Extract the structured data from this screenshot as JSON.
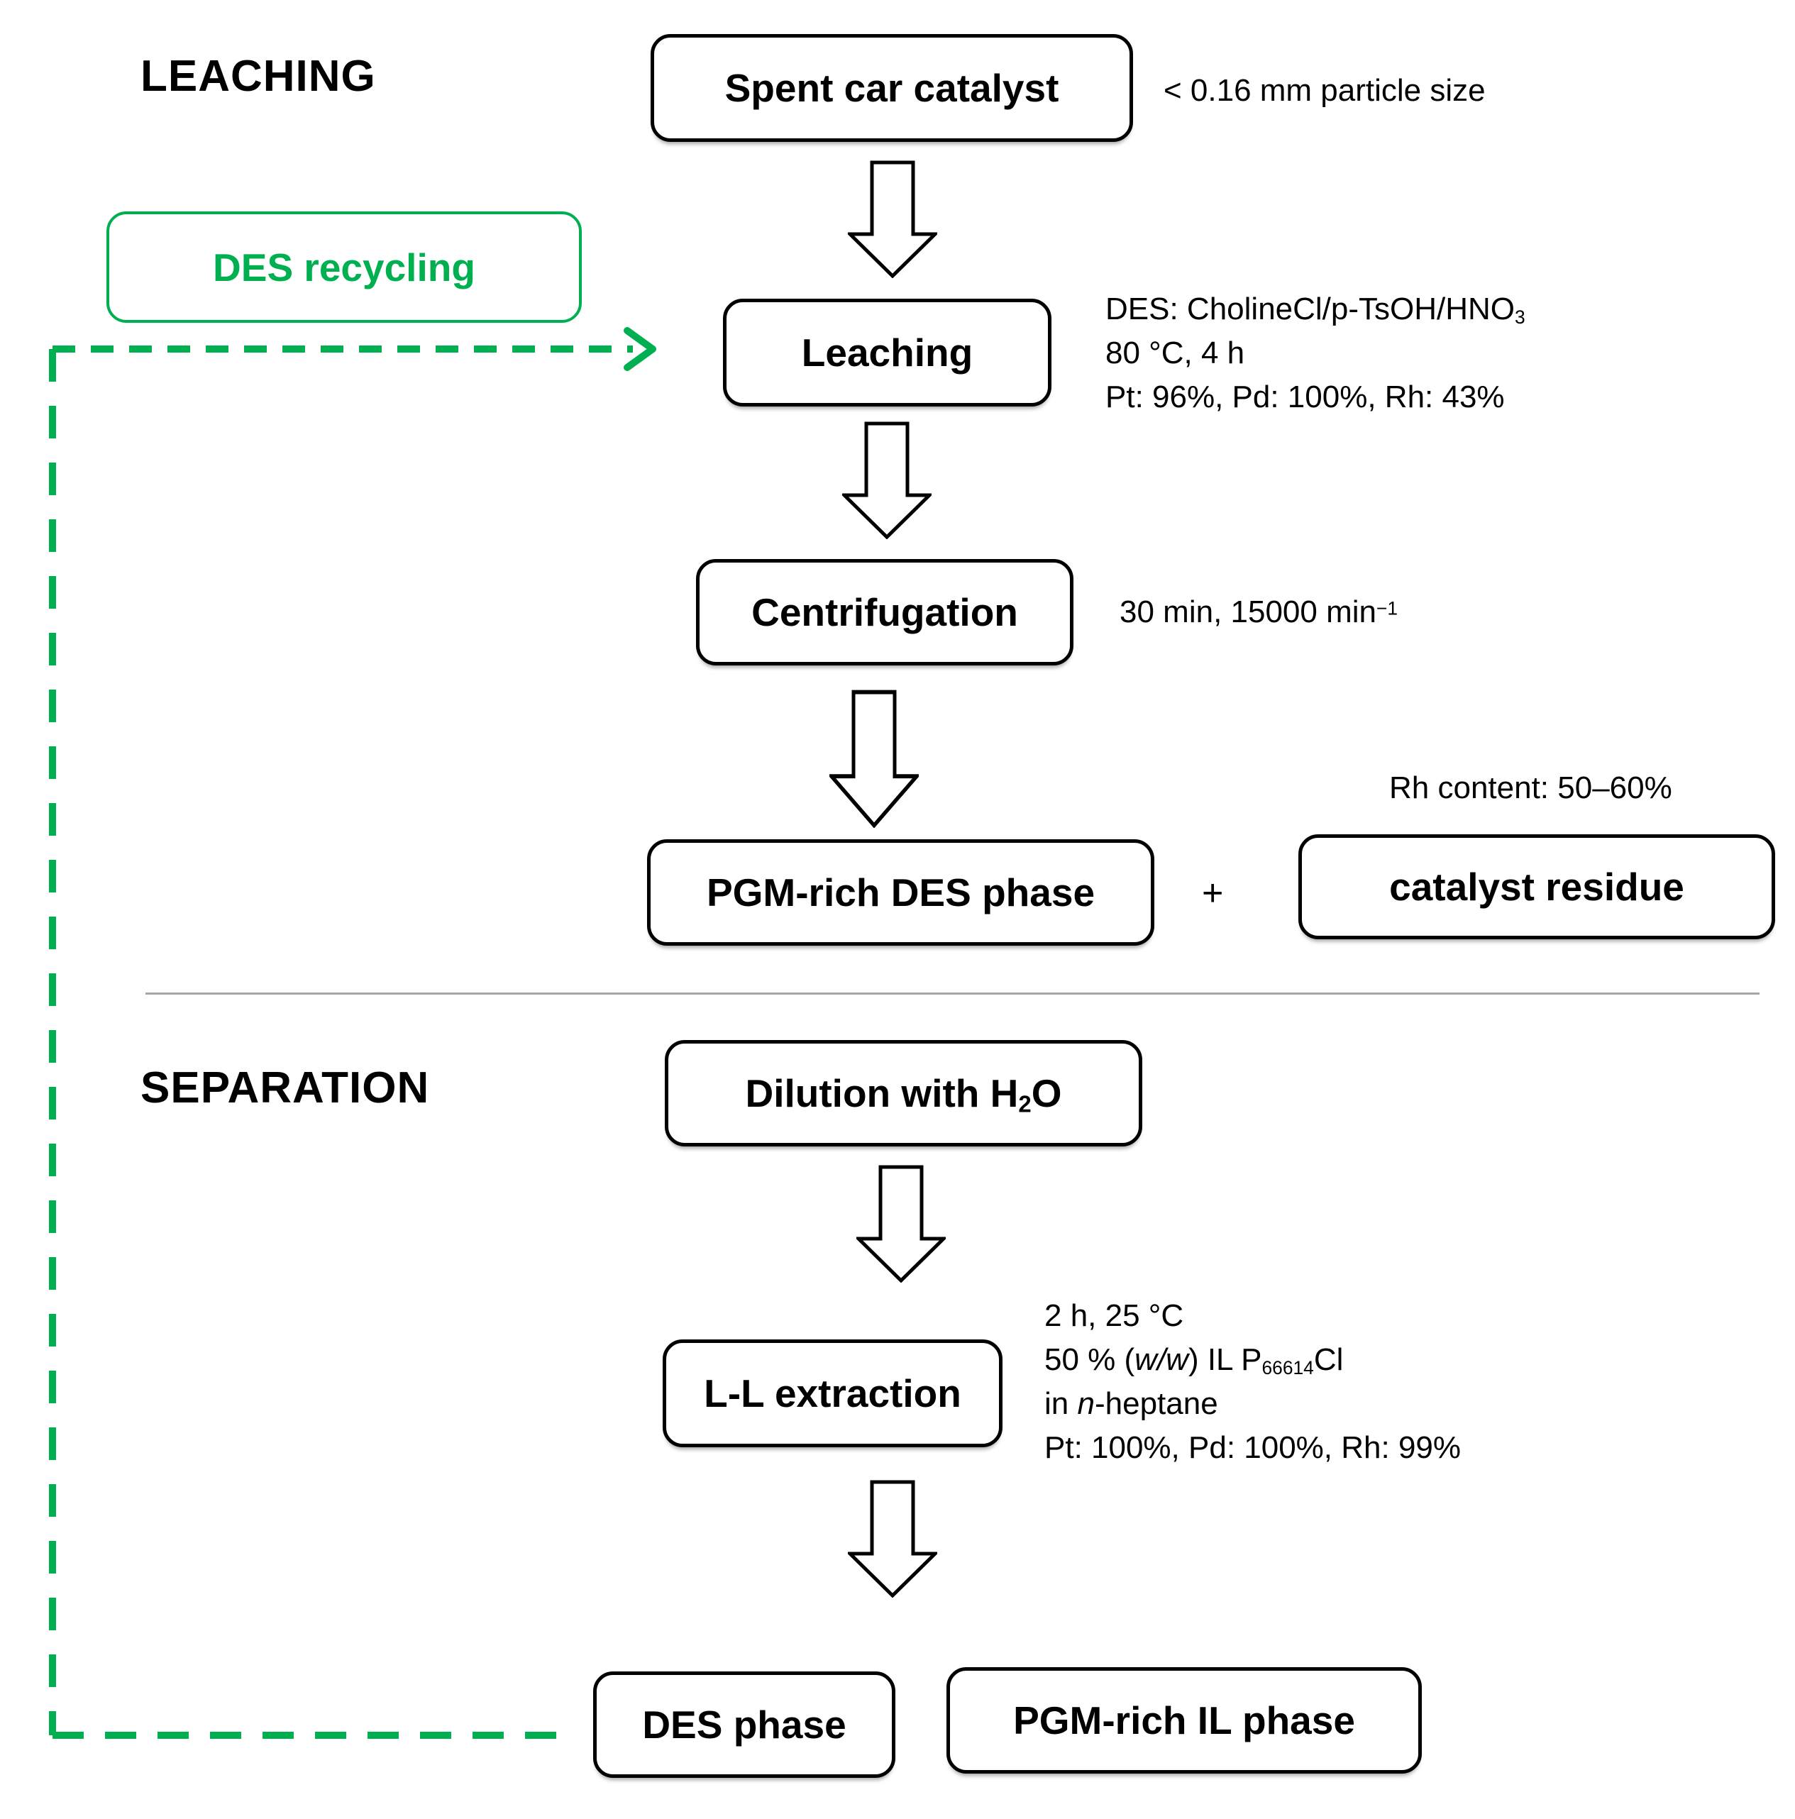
{
  "colors": {
    "accent_green": "#00b050",
    "divider_gray": "#a6a6a6",
    "box_border": "#000000"
  },
  "headings": {
    "leaching": "LEACHING",
    "separation": "SEPARATION"
  },
  "boxes": {
    "spent_car_catalyst": "Spent car catalyst",
    "des_recycling": "DES recycling",
    "leaching": "Leaching",
    "centrifugation": "Centrifugation",
    "pgm_rich_des_phase": "PGM-rich DES phase",
    "catalyst_residue": "catalyst residue",
    "dilution_h2o": "Dilution with H<sub>2</sub>O",
    "ll_extraction": "L-L extraction",
    "des_phase": "DES phase",
    "pgm_rich_il_phase": "PGM-rich IL phase"
  },
  "annotations": {
    "particle_size": "< 0.16 mm particle size",
    "leaching_conditions": [
      "DES: CholineCl/p-TsOH/HNO<sub>3</sub>",
      "80 °C, 4 h",
      "Pt: 96%, Pd: 100%, Rh: 43%"
    ],
    "centrifugation_conditions": "30 min, 15000 min<sup>−1</sup>",
    "rh_content": "Rh content: 50–60%",
    "plus_sign": "+",
    "ll_conditions": [
      "2 h, 25 °C",
      "50 % (<i>w/w</i>) IL P<sub>66614</sub>Cl",
      "in <i>n</i>-heptane",
      "Pt: 100%, Pd: 100%, Rh: 99%"
    ]
  }
}
